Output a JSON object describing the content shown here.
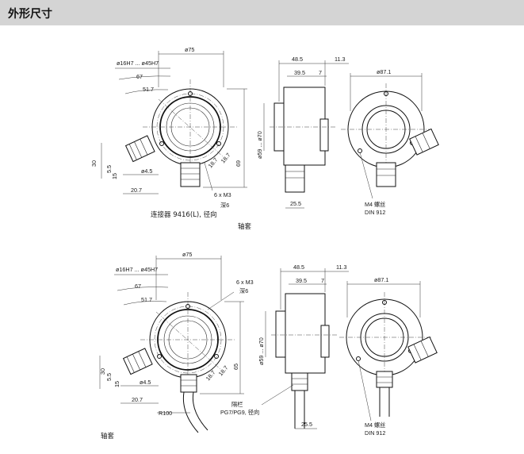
{
  "header": {
    "title": "外形尺寸"
  },
  "top": {
    "front": {
      "d_outer": "ø75",
      "d_bore": "ø16H7 ... ø45H7",
      "r67": "67",
      "r51_7": "51.7",
      "v30": "30",
      "v5_5": "5.5",
      "v15": "15",
      "d4_5": "ø4.5",
      "w20_7": "20.7",
      "a18_7a": "18.7",
      "a18_7b": "18.7",
      "h69": "69",
      "screws": "6 x M3",
      "depth": "深6",
      "connector": "连接器 9416(L), 径向"
    },
    "side": {
      "w48_5": "48.5",
      "w11_3": "11.3",
      "w39_5": "39.5",
      "w7": "7",
      "d59_70": "ø59 ... ø70",
      "w25_5": "25.5"
    },
    "rear": {
      "d87_1": "ø87.1",
      "m4": "M4 螺丝",
      "din": "DIN 912"
    },
    "caption": "轴套"
  },
  "bottom": {
    "front": {
      "d_outer": "ø75",
      "d_bore": "ø16H7 ... ø45H7",
      "r67": "67",
      "r51_7": "51.7",
      "v30": "30",
      "v5_5": "5.5",
      "v15": "15",
      "d4_5": "ø4.5",
      "w20_7": "20.7",
      "a18_7a": "18.7",
      "a18_7b": "18.7",
      "h65": "65",
      "screws": "6 x M3",
      "depth": "深6",
      "r100": "R100"
    },
    "side": {
      "w48_5": "48.5",
      "w11_3": "11.3",
      "w39_5": "39.5",
      "w7": "7",
      "d59_70": "ø59 ... ø70",
      "w25_5": "25.5",
      "gland": "隔栏",
      "pg": "PG7/PG9, 径向"
    },
    "rear": {
      "d87_1": "ø87.1",
      "m4": "M4 螺丝",
      "din": "DIN 912"
    },
    "caption": "轴套"
  }
}
